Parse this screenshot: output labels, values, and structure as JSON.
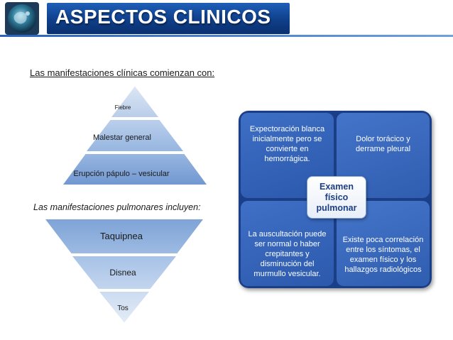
{
  "slide": {
    "title": "ASPECTOS CLINICOS",
    "intro": "Las manifestaciones clínicas comienzan con:",
    "pulmonary_label": "Las manifestaciones pulmonares incluyen:"
  },
  "pyramid_up": {
    "levels": [
      "Fiebre",
      "Malestar general",
      "Erupción pápulo – vesicular"
    ]
  },
  "pyramid_down": {
    "levels": [
      "Taquipnea",
      "Disnea",
      "Tos"
    ]
  },
  "matrix": {
    "center": "Examen físico pulmonar",
    "q1": "Expectoración blanca inicialmente pero se convierte en hemorrágica.",
    "q2": "Dolor torácico y derrame pleural",
    "q3": "La auscultación puede ser normal o haber crepitantes y disminución del murmullo vesicular.",
    "q4": "Existe poca correlación entre los síntomas, el examen físico y los hallazgos radiológicos"
  },
  "colors": {
    "title_blue": "#0f3f8a",
    "pyramid_top": "#c9d9ef",
    "pyramid_mid": "#a3c0e6",
    "pyramid_bottom": "#7ea3d6",
    "matrix_dark": "#1b3f86",
    "matrix_light": "#3b6cc4"
  }
}
